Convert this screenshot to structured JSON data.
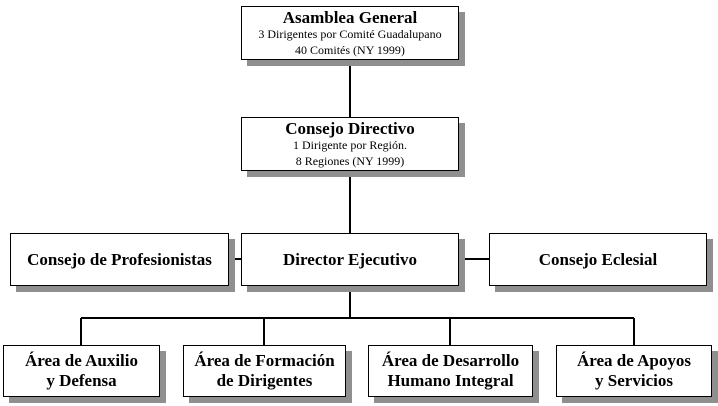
{
  "colors": {
    "background": "#ffffff",
    "box_background": "#ffffff",
    "box_border": "#000000",
    "box_shadow": "#8f8f8f",
    "connector_line": "#000000",
    "text": "#000000"
  },
  "nodes": {
    "asamblea": {
      "title": "Asamblea General",
      "line1": "3 Dirigentes por Comité Guadalupano",
      "line2": "40 Comités (NY 1999)"
    },
    "consejo_directivo": {
      "title": "Consejo Directivo",
      "line1": "1 Dirigente por Región.",
      "line2": "8 Regiones (NY 1999)"
    },
    "consejo_profesionistas": {
      "title": "Consejo de Profesionistas"
    },
    "director_ejecutivo": {
      "title": "Director Ejecutivo"
    },
    "consejo_eclesial": {
      "title": "Consejo Eclesial"
    },
    "area_auxilio": {
      "line1": "Área de Auxilio",
      "line2": "y Defensa"
    },
    "area_formacion": {
      "line1": "Área de Formación",
      "line2": "de Dirigentes"
    },
    "area_desarrollo": {
      "line1": "Área de Desarrollo",
      "line2": "Humano Integral"
    },
    "area_apoyos": {
      "line1": "Área de Apoyos",
      "line2": "y Servicios"
    }
  },
  "edges": [
    {
      "from": "asamblea",
      "to": "consejo_directivo"
    },
    {
      "from": "consejo_directivo",
      "to": "director_ejecutivo"
    },
    {
      "from": "consejo_profesionistas",
      "to": "director_ejecutivo"
    },
    {
      "from": "consejo_eclesial",
      "to": "director_ejecutivo"
    },
    {
      "from": "director_ejecutivo",
      "to": "area_auxilio"
    },
    {
      "from": "director_ejecutivo",
      "to": "area_formacion"
    },
    {
      "from": "director_ejecutivo",
      "to": "area_desarrollo"
    },
    {
      "from": "director_ejecutivo",
      "to": "area_apoyos"
    }
  ]
}
